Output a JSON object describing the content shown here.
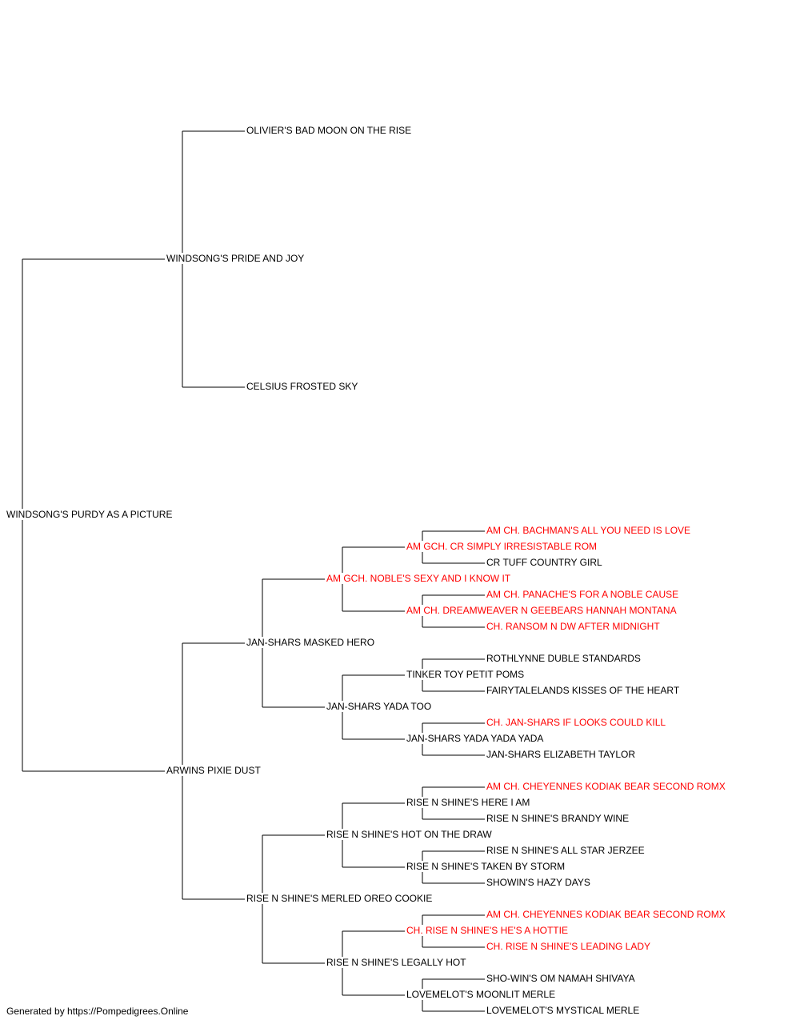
{
  "colors": {
    "normal": "#000000",
    "champion": "#ff0000",
    "line": "#000000"
  },
  "pedigree": {
    "subject": {
      "name": "WINDSONG'S PURDY AS A PICTURE",
      "champion": false
    },
    "sire": {
      "name": "WINDSONG'S PRIDE AND JOY",
      "champion": false,
      "sire": {
        "name": "OLIVIER'S BAD MOON ON THE RISE",
        "champion": false
      },
      "dam": {
        "name": "CELSIUS FROSTED SKY",
        "champion": false
      }
    },
    "dam": {
      "name": "ARWINS PIXIE DUST",
      "champion": false,
      "sire": {
        "name": "JAN-SHARS MASKED HERO",
        "champion": false,
        "sire": {
          "name": "AM GCH. NOBLE'S SEXY AND I KNOW IT",
          "champion": true,
          "sire": {
            "name": "AM GCH. CR SIMPLY IRRESISTABLE ROM",
            "champion": true,
            "sire": {
              "name": "AM CH. BACHMAN'S ALL YOU NEED IS LOVE",
              "champion": true
            },
            "dam": {
              "name": "CR TUFF COUNTRY GIRL",
              "champion": false
            }
          },
          "dam": {
            "name": "AM CH. DREAMWEAVER N GEEBEARS HANNAH MONTANA",
            "champion": true,
            "sire": {
              "name": "AM CH. PANACHE'S FOR A NOBLE CAUSE",
              "champion": true
            },
            "dam": {
              "name": "CH. RANSOM N DW AFTER MIDNIGHT",
              "champion": true
            }
          }
        },
        "dam": {
          "name": "JAN-SHARS YADA TOO",
          "champion": false,
          "sire": {
            "name": "TINKER TOY PETIT POMS",
            "champion": false,
            "sire": {
              "name": "ROTHLYNNE DUBLE STANDARDS",
              "champion": false
            },
            "dam": {
              "name": "FAIRYTALELANDS KISSES OF THE HEART",
              "champion": false
            }
          },
          "dam": {
            "name": "JAN-SHARS YADA YADA YADA",
            "champion": false,
            "sire": {
              "name": "CH. JAN-SHARS IF LOOKS COULD KILL",
              "champion": true
            },
            "dam": {
              "name": "JAN-SHARS ELIZABETH TAYLOR",
              "champion": false
            }
          }
        }
      },
      "dam": {
        "name": "RISE N SHINE'S MERLED OREO COOKIE",
        "champion": false,
        "sire": {
          "name": "RISE N SHINE'S HOT ON THE DRAW",
          "champion": false,
          "sire": {
            "name": "RISE N SHINE'S HERE I AM",
            "champion": false,
            "sire": {
              "name": "AM CH. CHEYENNES KODIAK BEAR SECOND ROMX",
              "champion": true
            },
            "dam": {
              "name": "RISE N SHINE'S BRANDY WINE",
              "champion": false
            }
          },
          "dam": {
            "name": "RISE N SHINE'S TAKEN BY STORM",
            "champion": false,
            "sire": {
              "name": "RISE N SHINE'S ALL STAR JERZEE",
              "champion": false
            },
            "dam": {
              "name": "SHOWIN'S HAZY DAYS",
              "champion": false
            }
          }
        },
        "dam": {
          "name": "RISE N SHINE'S LEGALLY HOT",
          "champion": false,
          "sire": {
            "name": "CH. RISE N SHINE'S HE'S A HOTTIE",
            "champion": true,
            "sire": {
              "name": "AM CH. CHEYENNES KODIAK BEAR SECOND ROMX",
              "champion": true
            },
            "dam": {
              "name": "CH. RISE N SHINE'S LEADING LADY",
              "champion": true
            }
          },
          "dam": {
            "name": "LOVEMELOT'S MOONLIT MERLE",
            "champion": false,
            "sire": {
              "name": "SHO-WIN'S OM NAMAH SHIVAYA",
              "champion": false
            },
            "dam": {
              "name": "LOVEMELOT'S MYSTICAL MERLE",
              "champion": false
            }
          }
        }
      }
    }
  },
  "footer": "Generated by https://Pompedigrees.Online"
}
